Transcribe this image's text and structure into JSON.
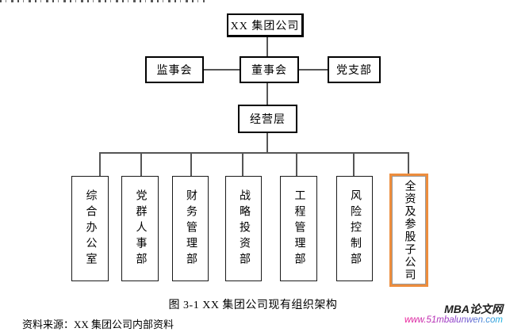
{
  "page": {
    "caption": "图 3-1 XX 集团公司现有组织架构",
    "source_note": "资料来源：XX 集团公司内部资料"
  },
  "org_chart": {
    "root": {
      "label": "XX 集团公司"
    },
    "board_row": {
      "left": {
        "label": "监事会"
      },
      "center": {
        "label": "董事会"
      },
      "right": {
        "label": "党支部"
      }
    },
    "management": {
      "label": "经营层"
    },
    "departments": [
      {
        "label": "综合办公室",
        "highlighted": false
      },
      {
        "label": "党群人事部",
        "highlighted": false
      },
      {
        "label": "财务管理部",
        "highlighted": false
      },
      {
        "label": "战略投资部",
        "highlighted": false
      },
      {
        "label": "工程管理部",
        "highlighted": false
      },
      {
        "label": "风险控制部",
        "highlighted": false
      },
      {
        "label": "全资及参股子公司",
        "highlighted": true
      }
    ],
    "highlight_color": "#ED8D3D",
    "line_color": "#555555"
  },
  "watermark": {
    "site_name": "MBA论文网",
    "site_url": "www.51mbalunwen.com",
    "url_gradient": [
      "#EE1A96",
      "#8F3BC9",
      "#17B3E0"
    ]
  }
}
